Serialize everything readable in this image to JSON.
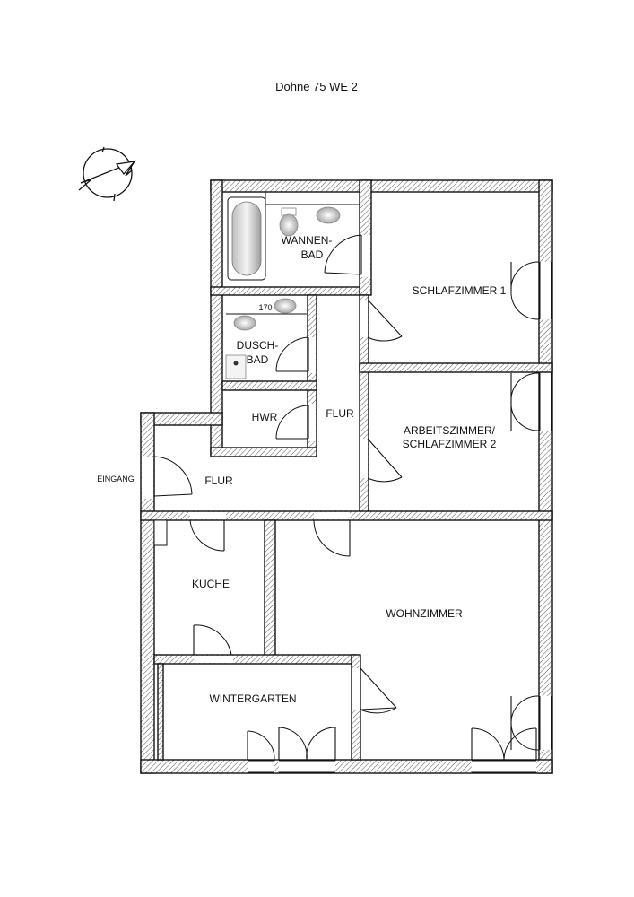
{
  "title": "Dohne 75 WE 2",
  "compass": {
    "icon": "north-arrow-icon"
  },
  "rooms": {
    "wannenbad_line1": "WANNEN-",
    "wannenbad_line2": "BAD",
    "duschbad_line1": "DUSCH-",
    "duschbad_line2": "BAD",
    "hwr": "HWR",
    "flur_upper": "FLUR",
    "flur_lower": "FLUR",
    "schlafzimmer1": "SCHLAFZIMMER 1",
    "arbeitszimmer_line1": "ARBEITSZIMMER/",
    "arbeitszimmer_line2": "SCHLAFZIMMER 2",
    "kueche": "KÜCHE",
    "wohnzimmer": "WOHNZIMMER",
    "wintergarten": "WINTERGARTEN"
  },
  "annotations": {
    "eingang": "EINGANG",
    "dimension_170": "170"
  },
  "fixtures": [
    "bathtub-icon",
    "toilet-icon",
    "sink-icon",
    "shower-icon"
  ],
  "colors": {
    "wall_outline": "#111111",
    "hatch": "#555555",
    "background": "#ffffff"
  }
}
